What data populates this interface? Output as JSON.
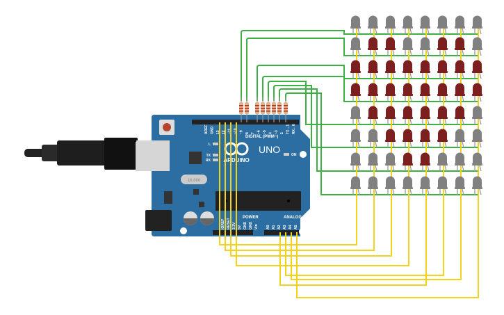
{
  "board": {
    "name": "UNO",
    "brand": "ARDUINO",
    "digital_label": "DIGITAL (PWM~)",
    "power_label": "POWER",
    "analog_label": "ANALOG IN",
    "on_label": "ON",
    "l_label": "L",
    "tx_label": "TX",
    "rx_label": "RX",
    "crystal_label": "16.000",
    "digital_pins": [
      "AREF",
      "GND",
      "13",
      "12",
      "~11",
      "~10",
      "~9",
      "8",
      "7",
      "~6",
      "~5",
      "4",
      "~3",
      "2",
      "TX→1",
      "RX←0"
    ],
    "power_pins": [
      "IOREF",
      "RESET",
      "3.3V",
      "5V",
      "GND",
      "GND",
      "Vin"
    ],
    "analog_pins": [
      "A0",
      "A1",
      "A2",
      "A3",
      "A4",
      "A5"
    ],
    "color": "#2c6ea1"
  },
  "led_matrix": {
    "on_color": "#7c1f1f",
    "off_color": "#808080",
    "rows": [
      [
        0,
        0,
        0,
        0,
        0,
        0,
        0,
        0
      ],
      [
        0,
        1,
        1,
        0,
        0,
        1,
        1,
        0
      ],
      [
        1,
        1,
        1,
        1,
        1,
        1,
        1,
        1
      ],
      [
        1,
        1,
        1,
        1,
        1,
        1,
        1,
        1
      ],
      [
        0,
        1,
        1,
        1,
        1,
        1,
        1,
        0
      ],
      [
        0,
        0,
        1,
        1,
        1,
        1,
        0,
        0
      ],
      [
        0,
        0,
        0,
        1,
        1,
        0,
        0,
        0
      ],
      [
        0,
        0,
        0,
        0,
        0,
        0,
        0,
        0
      ]
    ]
  },
  "wire_colors": {
    "row": "#3cb043",
    "column": "#f2d21b"
  }
}
